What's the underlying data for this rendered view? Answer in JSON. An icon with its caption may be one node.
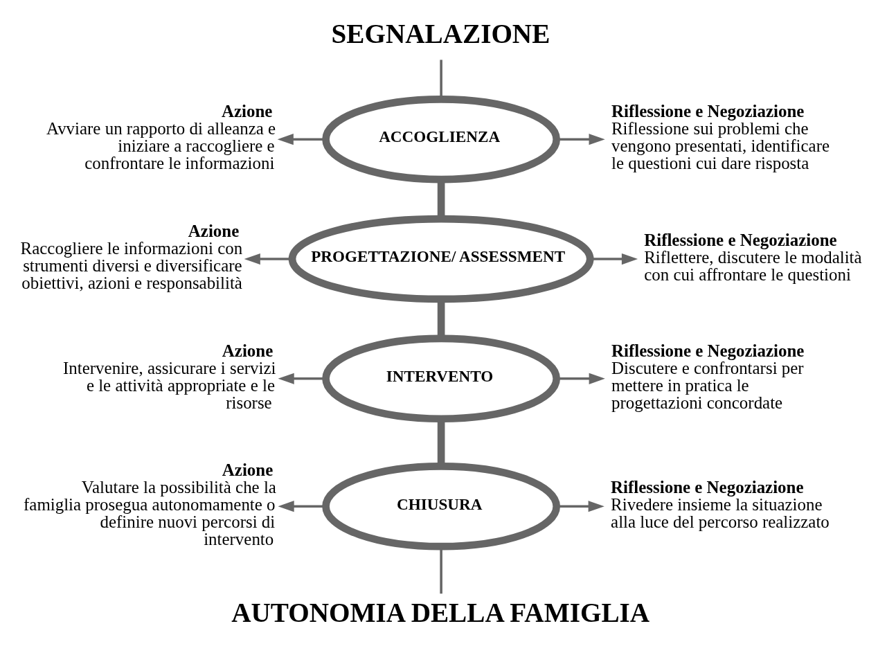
{
  "diagram": {
    "nodes": [
      {
        "text": [
          "SEGNALAZIONE"
        ]
      },
      {
        "text": [
          "Azione",
          "Avviare un rapporto di alleanza e iniziare a raccogliere e confrontare le informazioni"
        ]
      },
      {
        "text": [
          "ACCOGLIENZA"
        ]
      },
      {
        "text": [
          "Riflessione e Negoziazione",
          "Riflessione sui problemi che vengono presentati, identificare le questioni cui dare risposta"
        ]
      },
      {
        "text": [
          "Azione",
          "Raccogliere le informazioni con strumenti diversi e diversificare obiettivi, azioni e responsabilità"
        ]
      },
      {
        "text": [
          "PROGETTAZIONE/ ASSESSMENT"
        ]
      },
      {
        "text": [
          "Riflessione e Negoziazione",
          "Riflettere, discutere le modalità con cui affrontare le questioni"
        ]
      },
      {
        "text": [
          "Azione",
          "Intervenire, assicurare i servizi e le attività appropriate e le risorse"
        ]
      },
      {
        "text": [
          "INTERVENTO"
        ]
      },
      {
        "text": [
          "Riflessione e Negoziazione",
          "Discutere e confrontarsi per mettere in pratica le progettazioni concordate"
        ]
      },
      {
        "text": [
          "Azione",
          "Valutare la possibilità che la famiglia prosegua autonomamente o definire nuovi percorsi di intervento"
        ]
      },
      {
        "text": [
          "CHIUSURA"
        ]
      },
      {
        "text": [
          "Riflessione e Negoziazione",
          "Rivedere insieme la situazione alla luce del percorso realizzato"
        ]
      },
      {
        "text": [
          "AUTONOMIA DELLA FAMIGLIA"
        ]
      }
    ],
    "edges": [
      {
        "from": 0,
        "to": 2,
        "arrow": "none"
      },
      {
        "from": 2,
        "to": 1,
        "arrow": "to"
      },
      {
        "from": 2,
        "to": 3,
        "arrow": "to"
      },
      {
        "from": 2,
        "to": 5,
        "arrow": "none",
        "style": "thick"
      },
      {
        "from": 5,
        "to": 4,
        "arrow": "to"
      },
      {
        "from": 5,
        "to": 6,
        "arrow": "to"
      },
      {
        "from": 5,
        "to": 8,
        "arrow": "none",
        "style": "thick"
      },
      {
        "from": 8,
        "to": 7,
        "arrow": "to"
      },
      {
        "from": 8,
        "to": 9,
        "arrow": "to"
      },
      {
        "from": 8,
        "to": 11,
        "arrow": "none",
        "style": "thick"
      },
      {
        "from": 11,
        "to": 10,
        "arrow": "to"
      },
      {
        "from": 11,
        "to": 12,
        "arrow": "to"
      },
      {
        "from": 11,
        "to": 13,
        "arrow": "none"
      }
    ]
  }
}
